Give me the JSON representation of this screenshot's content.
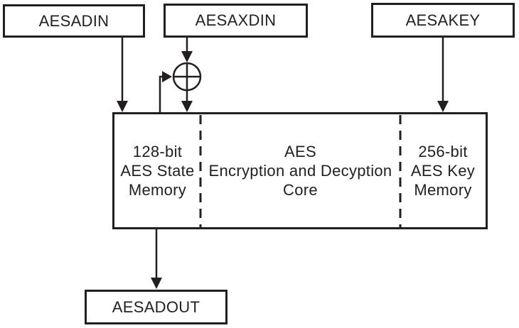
{
  "colors": {
    "ink": "#231f20",
    "bg": "#ffffff"
  },
  "boxes": {
    "aesadin": {
      "label": "AESADIN"
    },
    "aesaxdin": {
      "label": "AESAXDIN"
    },
    "aesakey": {
      "label": "AESAKEY"
    },
    "aesadout": {
      "label": "AESADOUT"
    }
  },
  "core": {
    "state_memory": "128-bit\nAES State\nMemory",
    "engine": "AES\nEncryption and Decyption\nCore",
    "key_memory": "256-bit\nAES Key\nMemory"
  },
  "icons": {
    "xor": "xor-circle-plus"
  }
}
